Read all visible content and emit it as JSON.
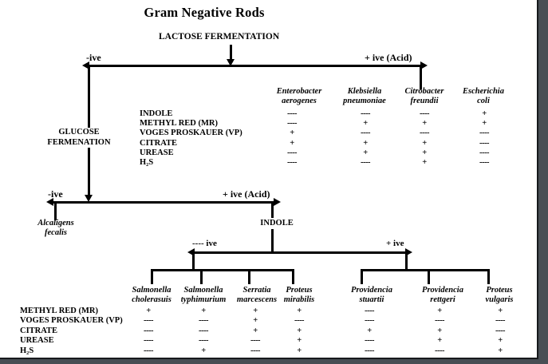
{
  "page_title": "Gram Negative Rods",
  "root_node": {
    "label": "LACTOSE FERMENTATION",
    "negative_branch": "-ive",
    "positive_branch": "+ ive (Acid)"
  },
  "glucose_node": {
    "label_line1": "GLUCOSE",
    "label_line2": "FERMENATION",
    "negative_branch": "-ive",
    "positive_branch": "+ ive (Acid)"
  },
  "alcaligens_result": {
    "line1": "Alcaligens",
    "line2": "fecalis"
  },
  "indole_node": {
    "label": "INDOLE",
    "negative_branch": "---- ive",
    "positive_branch": "+ ive"
  },
  "lactose_positive_table": {
    "organisms": [
      {
        "genus": "Enterobacter",
        "species": "aerogenes"
      },
      {
        "genus": "Klebsiella",
        "species": "pneumoniae"
      },
      {
        "genus": "Citrobacter",
        "species": "freundii"
      },
      {
        "genus": "Escherichia",
        "species": "coli"
      }
    ],
    "tests": [
      "INDOLE",
      "METHYL RED (MR)",
      "VOGES PROSKAUER (VP)",
      "CITRATE",
      "UREASE",
      "H₂S"
    ],
    "results": [
      [
        "----",
        "----",
        "----",
        "+"
      ],
      [
        "----",
        "+",
        "+",
        "+"
      ],
      [
        "+",
        "----",
        "----",
        "----"
      ],
      [
        "+",
        "+",
        "+",
        "----"
      ],
      [
        "----",
        "+",
        "+",
        "----"
      ],
      [
        "----",
        "----",
        "+",
        "----"
      ]
    ]
  },
  "indole_table": {
    "negative_organisms": [
      {
        "genus": "Salmonella",
        "species": "cholerasuis"
      },
      {
        "genus": "Salmonella",
        "species": "typhimurium"
      },
      {
        "genus": "Serratia",
        "species": "marcescens"
      },
      {
        "genus": "Proteus",
        "species": "mirabilis"
      }
    ],
    "positive_organisms": [
      {
        "genus": "Providencia",
        "species": "stuartii"
      },
      {
        "genus": "Providencia",
        "species": "rettgeri"
      },
      {
        "genus": "Proteus",
        "species": "vulgaris"
      }
    ],
    "tests": [
      "METHYL RED (MR)",
      "VOGES PROSKAUER (VP)",
      "CITRATE",
      "UREASE",
      "H₂S"
    ],
    "results": [
      [
        "+",
        "+",
        "+",
        "+",
        "----",
        "+",
        "+"
      ],
      [
        "----",
        "----",
        "+",
        "----",
        "----",
        "----",
        "----"
      ],
      [
        "----",
        "----",
        "+",
        "+",
        "+",
        "+",
        "----"
      ],
      [
        "----",
        "----",
        "----",
        "+",
        "----",
        "+",
        "+"
      ],
      [
        "----",
        "+",
        "----",
        "+",
        "----",
        "----",
        "+"
      ]
    ]
  }
}
